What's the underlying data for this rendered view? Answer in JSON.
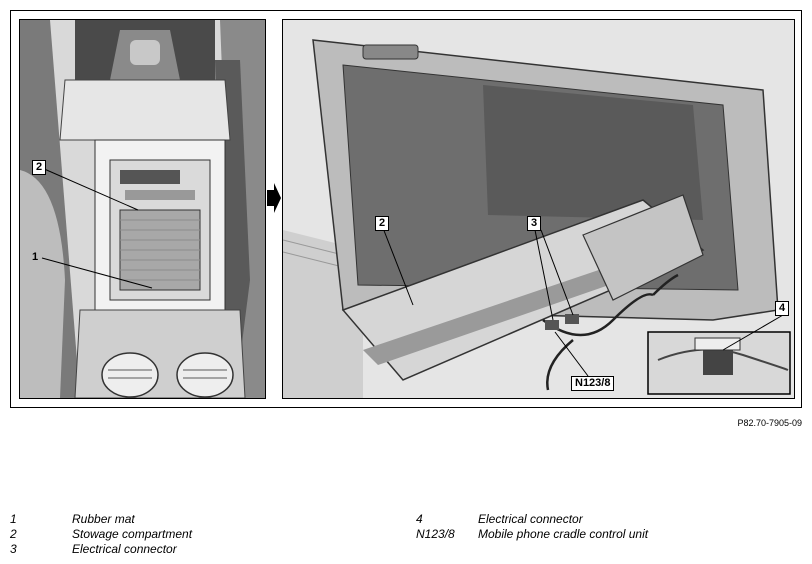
{
  "figure": {
    "reference_code": "P82.70-7905-09",
    "left_panel_callouts": [
      "2",
      "1"
    ],
    "right_panel_callouts": [
      "2",
      "3",
      "N123/8",
      "4"
    ]
  },
  "legend": {
    "left": [
      {
        "num": "1",
        "text": "Rubber mat"
      },
      {
        "num": "2",
        "text": "Stowage compartment"
      },
      {
        "num": "3",
        "text": "Electrical connector"
      }
    ],
    "right": [
      {
        "num": "4",
        "text": "Electrical connector"
      },
      {
        "num": "N123/8",
        "text": "Mobile phone cradle control unit"
      }
    ]
  }
}
